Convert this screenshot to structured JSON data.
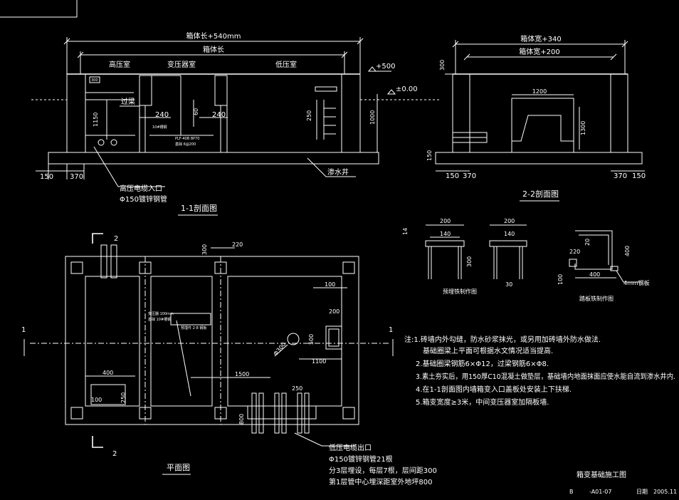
{
  "section11": {
    "dim_total_length": "箱体长+540mm",
    "dim_length": "箱体长",
    "room_hv": "高压室",
    "room_tr": "变压器室",
    "room_lv": "低压室",
    "beam": "过梁",
    "lbl_300": "300",
    "d240a": "240",
    "d240b": "240",
    "d60": "60",
    "d1150": "1150",
    "d250": "250",
    "d1000": "1000",
    "elev_p500": "+500",
    "elev_000": "±0.00",
    "d150": "150",
    "d370": "370",
    "cable_in_1": "高压电缆入口",
    "cable_in_2": "Φ150镀锌钢管",
    "sump": "渗水井",
    "note_a": "10#槽钢",
    "note_b": "PLF-40B 8P70",
    "note_c": "基础 6@200",
    "title": "1-1剖面图"
  },
  "section22": {
    "dim_w340": "箱体宽+340",
    "dim_w200": "箱体宽+200",
    "d300": "300",
    "d1200": "1200",
    "d1300": "1300",
    "d150": "150",
    "d370": "370",
    "d370r": "370",
    "d150r": "150",
    "title": "2-2剖面图"
  },
  "details": {
    "d200a": "200",
    "d140a": "140",
    "d14": "14",
    "d300": "300",
    "d200b": "200",
    "d140b": "140",
    "d30": "30",
    "title_a": "预埋铁制作图",
    "d20": "20",
    "d220": "220",
    "d400v": "400",
    "d400h": "400",
    "d100": "100",
    "plate": "4mm钢板",
    "title_b": "踏板铁制作图"
  },
  "plan": {
    "mark_2top": "2",
    "mark_2bot": "2",
    "mark_1l": "1",
    "mark_1r": "1",
    "d300": "300",
    "d220": "220",
    "d100": "100",
    "d200": "200",
    "d400": "400",
    "d100b": "100",
    "d250": "250",
    "d1500": "1500",
    "d250b": "250",
    "d800": "800",
    "d1100": "1100",
    "phi300": "Φ300",
    "d500": "500",
    "tr_note_1": "变压器 100mm",
    "tr_note_2": "基础 10#槽钢",
    "tr_note_3": "预埋件 2-8 钢板",
    "title": "平面图"
  },
  "lv_cable": [
    "低压电缆出口",
    "Φ150镀锌钢管21根",
    "分3层埋设，每层7根，层间距300",
    "第1层管中心埋深距室外地坪800"
  ],
  "notes": [
    "注:1.砖墙内外勾缝，防水砂浆抹光，或另用加砖墙外防水做法.",
    "基础圈梁上平面可根据水文情况适当提高.",
    "2.基础圈梁钢筋6×Φ12，过梁钢筋6×Φ8.",
    "3.素土夯实后，用150厚C10混凝土做垫层，基础墙内地面抹面应使水能自流到渗水井内.",
    "4.在1-1剖面图内墙箱变入口盖板处安装上下扶梯.",
    "5.箱变宽度≥3米，中间变压器室加隔板墙."
  ],
  "titleblock": {
    "title": "箱变基础施工图",
    "code_a": "B",
    "code_b": "-A01-07",
    "date_label": "日期",
    "date_value": "2005.11"
  }
}
